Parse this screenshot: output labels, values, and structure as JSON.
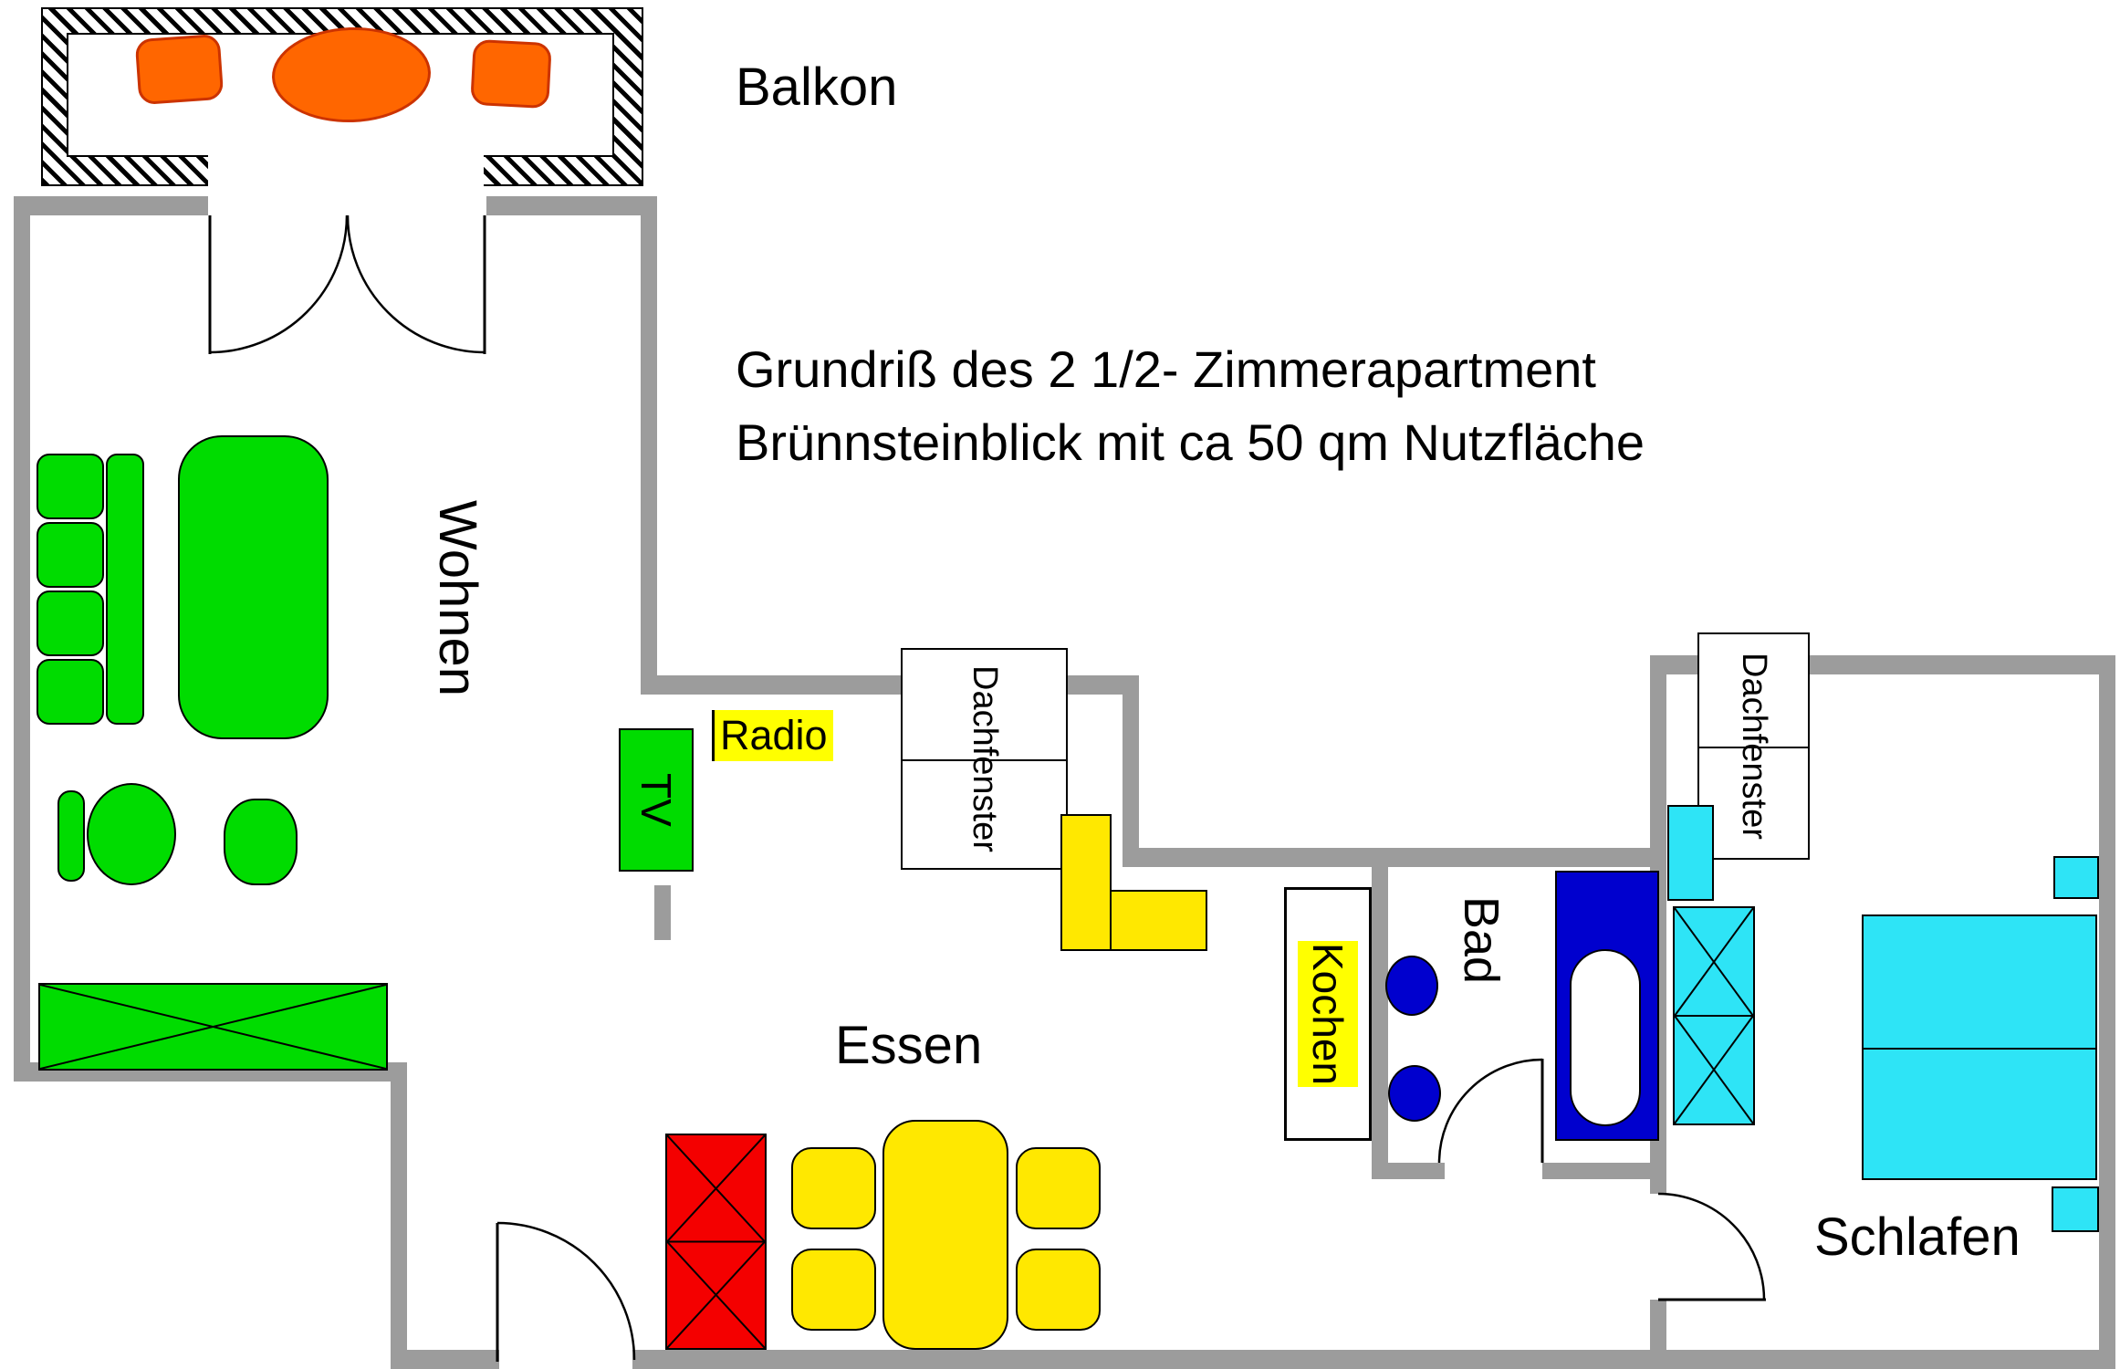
{
  "title": {
    "line1": "Grundriß des 2 1/2- Zimmerapartment",
    "line2": "Brünnsteinblick mit ca 50 qm Nutzfläche"
  },
  "room_labels": {
    "balkon": "Balkon",
    "wohnen": "Wohnen",
    "essen": "Essen",
    "kochen": "Kochen",
    "bad": "Bad",
    "schlafen": "Schlafen"
  },
  "annotations": {
    "radio": "Radio",
    "tv": "TV",
    "dachfenster_1": "Dachfenster",
    "dachfenster_2": "Dachfenster"
  },
  "colors": {
    "wall": "#9C9C9C",
    "green": "#00DC00",
    "orange": "#FF6600",
    "orange_border": "#CC3300",
    "yellow": "#FFE800",
    "highlight": "#FFFF00",
    "red": "#F40000",
    "blue": "#0000CE",
    "cyan": "#2EE4F6",
    "line": "#000000"
  }
}
